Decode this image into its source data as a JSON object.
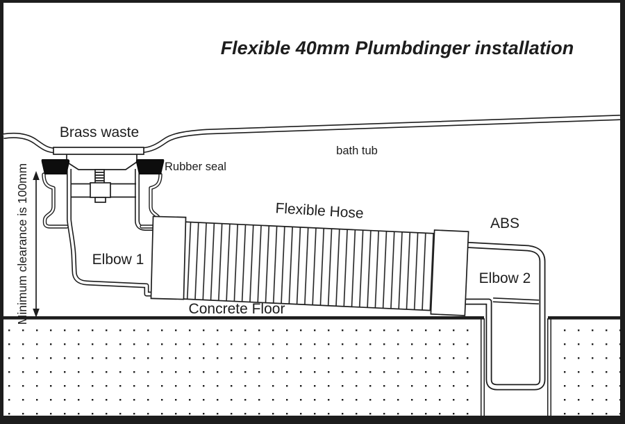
{
  "title": "Flexible 40mm Plumbdinger installation",
  "labels": {
    "brass_waste": "Brass waste",
    "rubber_seal": "Rubber seal",
    "bath_tub": "bath tub",
    "flexible_hose": "Flexible Hose",
    "abs": "ABS",
    "elbow_1": "Elbow 1",
    "elbow_2": "Elbow 2",
    "concrete_floor": "Concrete Floor",
    "min_clearance": "Minimum clearance is 100mm"
  },
  "colors": {
    "line": "#1d1d1d",
    "frame": "#1d1d1d",
    "background": "#ffffff",
    "seal_fill": "#0d0d0d"
  }
}
